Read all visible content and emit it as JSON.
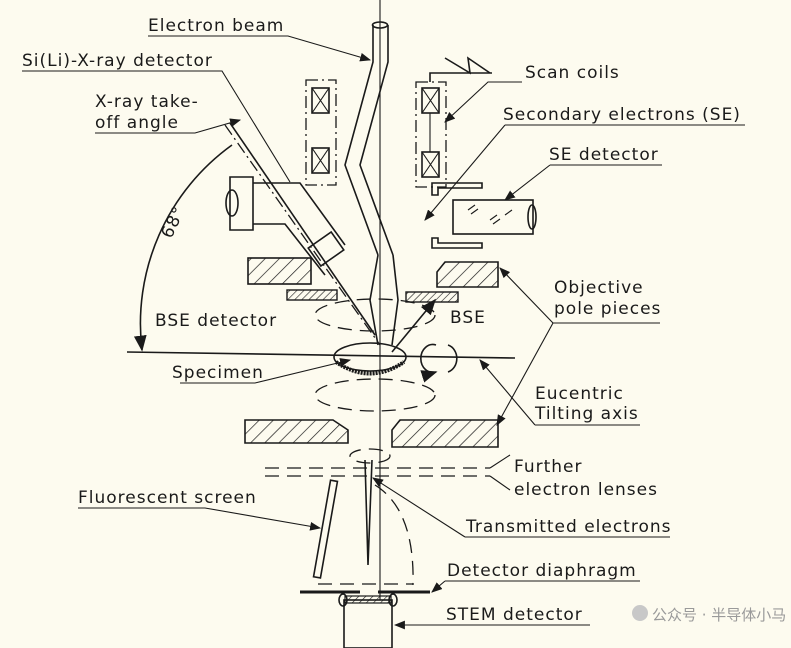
{
  "diagram": {
    "labels": {
      "electron_beam": "Electron beam",
      "sili_detector": "Si(Li)-X-ray detector",
      "xray_takeoff_1": "X-ray take-",
      "xray_takeoff_2": "off angle",
      "angle": "68°",
      "scan_coils": "Scan coils",
      "secondary_electrons": "Secondary electrons (SE)",
      "se_detector": "SE detector",
      "objective_1": "Objective",
      "objective_2": "pole pieces",
      "bse_detector": "BSE detector",
      "bse": "BSE",
      "specimen": "Specimen",
      "eucentric_1": "Eucentric",
      "eucentric_2": "Tilting axis",
      "further_1": "Further",
      "further_2": "electron lenses",
      "fluorescent_screen": "Fluorescent screen",
      "transmitted_electrons": "Transmitted electrons",
      "detector_diaphragm": "Detector diaphragm",
      "stem_detector": "STEM detector"
    },
    "watermark": "公众号 · 半导体小马",
    "colors": {
      "ink": "#1a1a1a",
      "paper": "#fdfbef"
    }
  }
}
